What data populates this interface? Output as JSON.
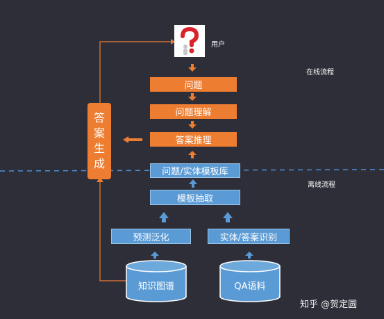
{
  "user": {
    "label": "用户"
  },
  "online_label": "在线流程",
  "offline_label": "离线流程",
  "answer_gen": {
    "text": "答案生成"
  },
  "online_steps": [
    {
      "label": "问题"
    },
    {
      "label": "问题理解"
    },
    {
      "label": "答案推理"
    }
  ],
  "offline_steps": {
    "template_lib": "问题/实体模板库",
    "template_extract": "模板抽取",
    "predict_generalize": "预测泛化",
    "entity_recognize": "实体/答案识别"
  },
  "databases": {
    "kg": "知识图谱",
    "qa": "QA语料"
  },
  "watermark": "知乎 @贺定圆",
  "colors": {
    "background": "#2e2e38",
    "orange": "#ed7d31",
    "blue": "#5b9bd5",
    "dashed_line": "#4a90d9",
    "arrow_orange": "#ed7d31",
    "arrow_blue": "#5b9bd5"
  }
}
